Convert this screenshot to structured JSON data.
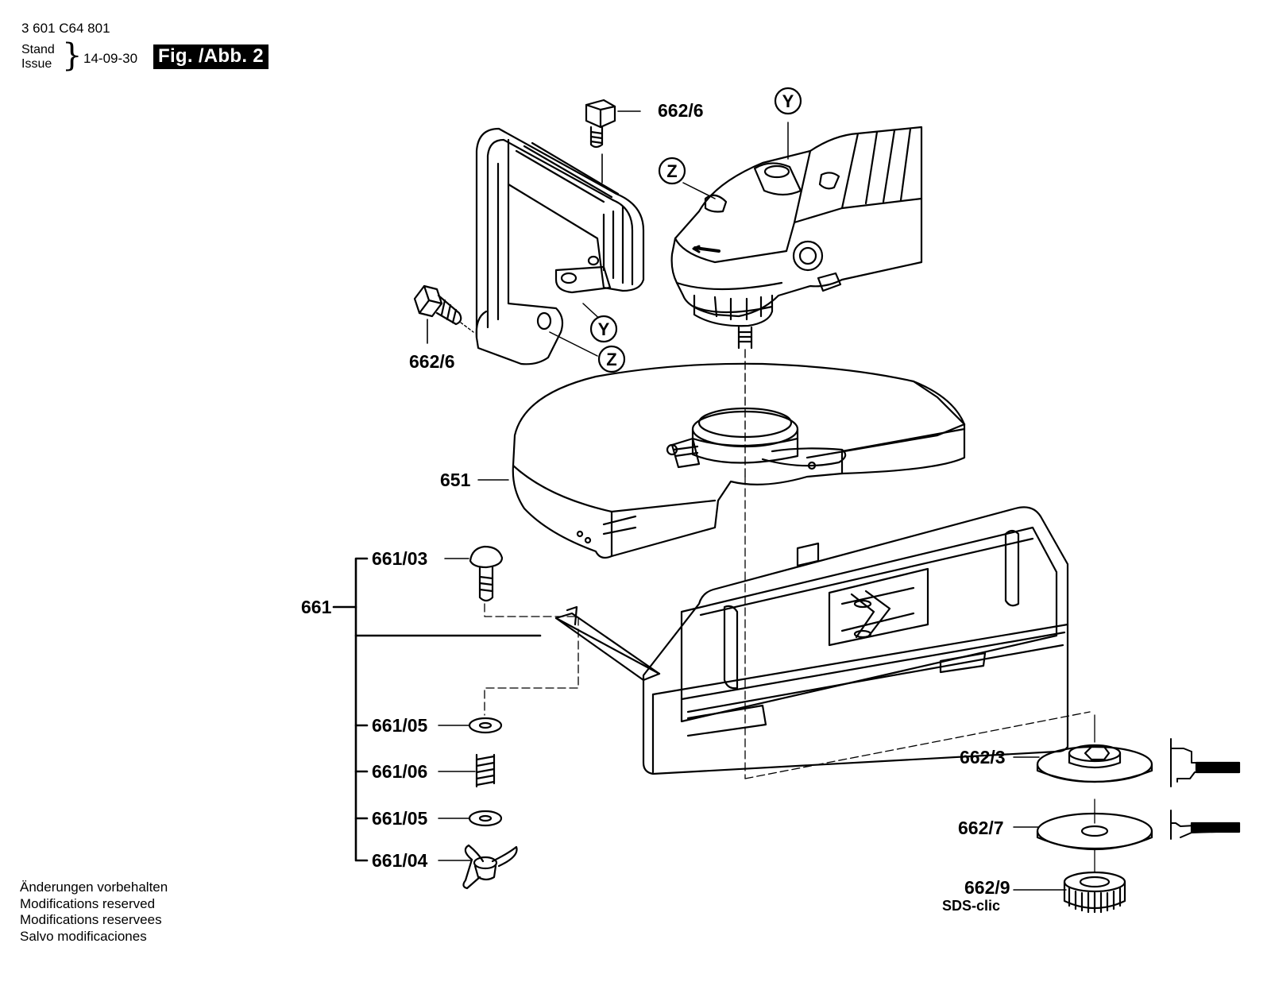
{
  "header": {
    "part_number": "3 601 C64 801",
    "stand_label": "Stand",
    "issue_label": "Issue",
    "date": "14-09-30",
    "figure_title": "Fig. /Abb. 2"
  },
  "callouts": {
    "bolt_top": "662/6",
    "bolt_left": "662/6",
    "guard": "651",
    "assembly": "661",
    "carriage_bolt": "661/03",
    "washer_a": "661/05",
    "spring": "661/06",
    "washer_b": "661/05",
    "wing_nut": "661/04",
    "flange": "662/3",
    "flange_b": "662/7",
    "clamp_nut": "662/9",
    "clamp_nut_name": "SDS-clic",
    "marker_y": "Y",
    "marker_z": "Z"
  },
  "footer": {
    "line1": "Änderungen vorbehalten",
    "line2": "Modifications reserved",
    "line3": "Modifications reservees",
    "line4": "Salvo modificaciones"
  }
}
